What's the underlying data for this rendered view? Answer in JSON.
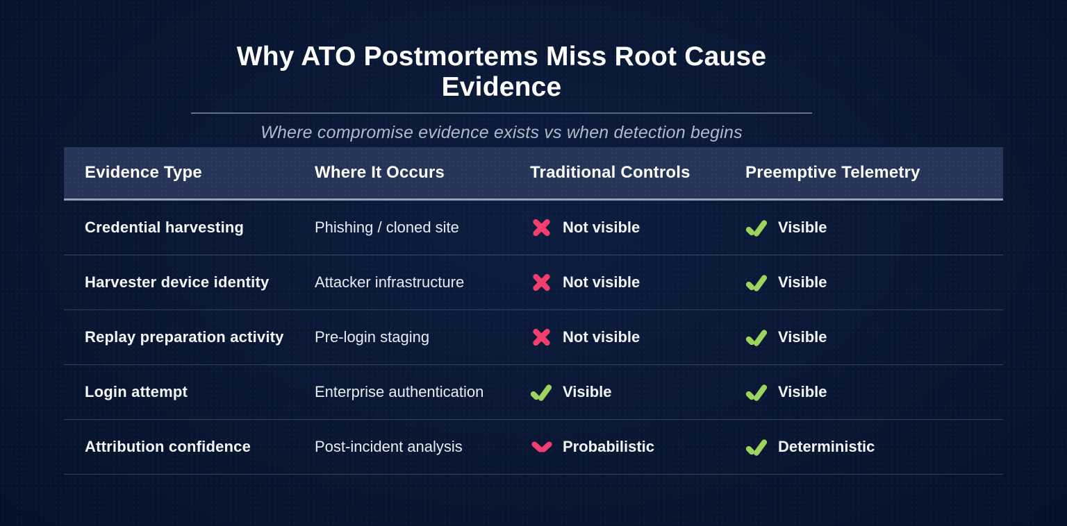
{
  "title": "Why ATO Postmortems Miss Root Cause Evidence",
  "subtitle": "Where compromise evidence exists vs when detection begins",
  "colors": {
    "background": "#081631",
    "header_band": "#253457",
    "header_underline": "#98a1b8",
    "cross_pink": "#f23e6e",
    "check_green": "#9cd45f",
    "subtitle_gray": "#b1b9ce",
    "text_white": "#f6f8fc"
  },
  "chart_data": {
    "type": "table",
    "title": "Why ATO Postmortems Miss Root Cause Evidence",
    "subtitle": "Where compromise evidence exists vs when detection begins",
    "columns": [
      "Evidence Type",
      "Where It Occurs",
      "Traditional Controls",
      "Preemptive Telemetry"
    ],
    "rows": [
      {
        "evidence_type": "Credential harvesting",
        "where_it_occurs": "Phishing / cloned site",
        "traditional_controls": {
          "icon": "cross-icon",
          "label": "Not visible"
        },
        "preemptive_telemetry": {
          "icon": "check-icon",
          "label": "Visible"
        }
      },
      {
        "evidence_type": "Harvester device identity",
        "where_it_occurs": "Attacker infrastructure",
        "traditional_controls": {
          "icon": "cross-icon",
          "label": "Not visible"
        },
        "preemptive_telemetry": {
          "icon": "check-icon",
          "label": "Visible"
        }
      },
      {
        "evidence_type": "Replay preparation activity",
        "where_it_occurs": "Pre-login staging",
        "traditional_controls": {
          "icon": "cross-icon",
          "label": "Not visible"
        },
        "preemptive_telemetry": {
          "icon": "check-icon",
          "label": "Visible"
        }
      },
      {
        "evidence_type": "Login attempt",
        "where_it_occurs": "Enterprise authentication",
        "traditional_controls": {
          "icon": "check-icon",
          "label": "Visible"
        },
        "preemptive_telemetry": {
          "icon": "check-icon",
          "label": "Visible"
        }
      },
      {
        "evidence_type": "Attribution confidence",
        "where_it_occurs": "Post-incident analysis",
        "traditional_controls": {
          "icon": "chevron-down-icon",
          "label": "Probabilistic"
        },
        "preemptive_telemetry": {
          "icon": "check-icon",
          "label": "Deterministic"
        }
      }
    ]
  }
}
